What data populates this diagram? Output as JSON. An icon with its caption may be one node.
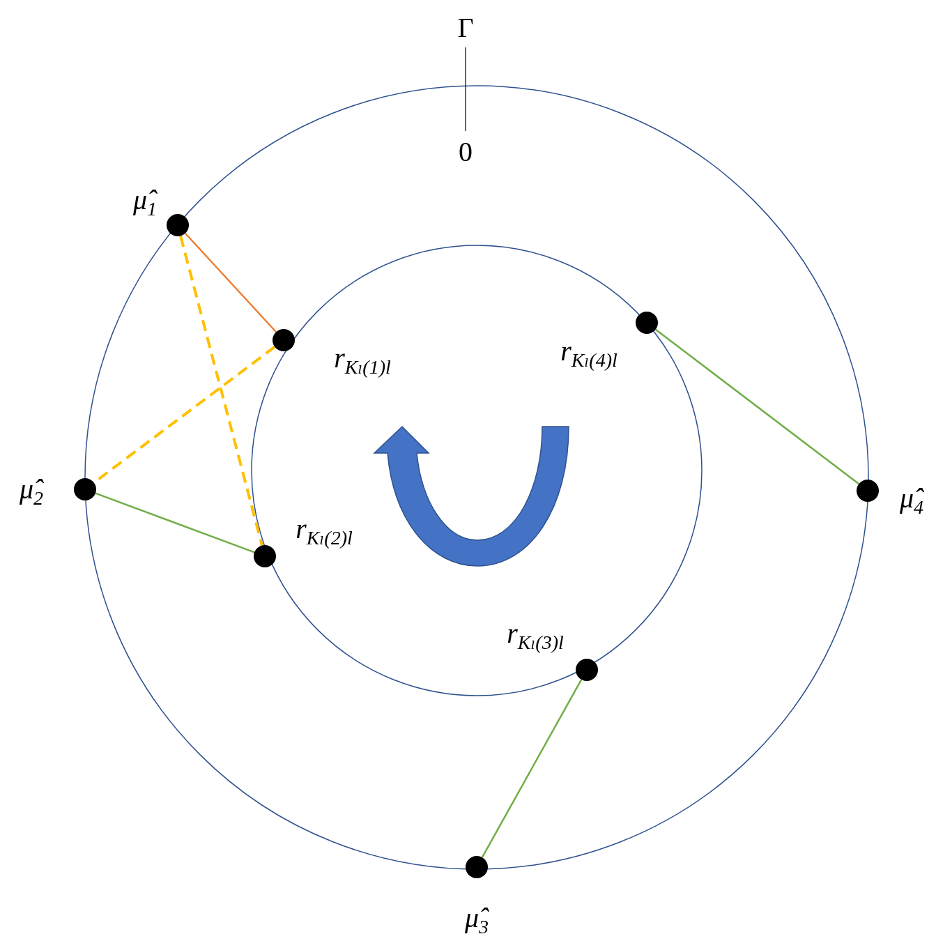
{
  "diagram": {
    "nodes": [
      {
        "text": [],
        "shape": "circle",
        "beside": [
          "μ̂$_{1}$"
        ]
      },
      {
        "text": [],
        "shape": "circle",
        "beside": [
          "r$_{Kₗ(1)l}$"
        ]
      },
      {
        "text": [],
        "shape": "circle",
        "beside": [
          "r$_{Kₗ(4)l}$"
        ]
      },
      {
        "text": [],
        "shape": "circle",
        "beside": [
          "μ̂$_{2}$"
        ]
      },
      {
        "text": [],
        "shape": "circle",
        "beside": [
          "μ̂$_{4}$"
        ]
      },
      {
        "text": [],
        "shape": "circle",
        "beside": [
          "r$_{Kₗ(2)l}$"
        ]
      },
      {
        "text": [],
        "shape": "circle",
        "beside": [
          "r$_{Kₗ(3)l}$"
        ]
      },
      {
        "text": [],
        "shape": "circle",
        "beside": [
          "μ̂$_{3}$"
        ]
      }
    ],
    "edges": [
      {
        "from": 0,
        "to": 1,
        "arrow": "none",
        "color": "#ed7d31"
      },
      {
        "from": 0,
        "to": 5,
        "arrow": "none",
        "style": "dashed",
        "color": "#ffc000"
      },
      {
        "from": 1,
        "to": 3,
        "arrow": "none",
        "style": "dashed",
        "color": "#ffc000"
      },
      {
        "from": 3,
        "to": 5,
        "arrow": "none"
      },
      {
        "from": 2,
        "to": 4,
        "arrow": "none"
      },
      {
        "from": 6,
        "to": 7,
        "arrow": "none"
      }
    ],
    "labels": [
      "Γ",
      "0"
    ]
  }
}
